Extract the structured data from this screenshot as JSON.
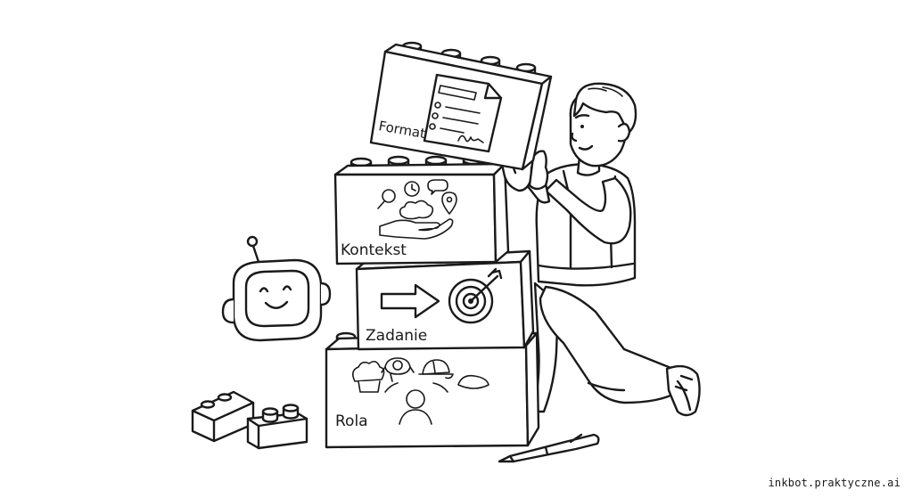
{
  "blocks": {
    "format": {
      "label": "Format"
    },
    "kontekst": {
      "label": "Kontekst"
    },
    "zadanie": {
      "label": "Zadanie"
    },
    "rola": {
      "label": "Rola"
    }
  },
  "footer": {
    "url": "inkbot.praktyczne.ai"
  },
  "icons": [
    "document-icon",
    "signature-icon",
    "search-icon",
    "clock-icon",
    "chat-bubble-icon",
    "cloud-icon",
    "location-pin-icon",
    "open-hand-icon",
    "arrow-right-icon",
    "target-icon",
    "chef-hat-icon",
    "headlamp-icon",
    "cap-icon",
    "beret-icon",
    "person-silhouette-icon",
    "robot-head-icon",
    "pen-icon"
  ],
  "colors": {
    "ink": "#1a1a1a",
    "background": "#ffffff"
  }
}
